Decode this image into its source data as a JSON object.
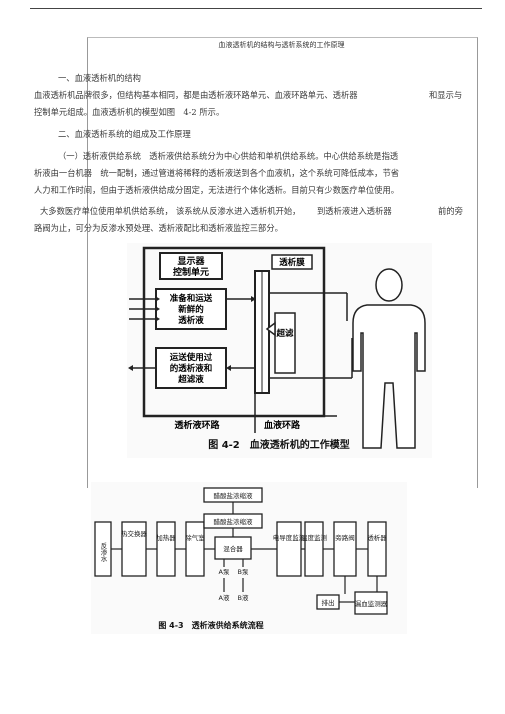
{
  "header": "血液透析机的结构与透析系统的工作原理",
  "section1": {
    "heading": "一、血液透析机的结构",
    "line1a": "血液透析机品牌很多，但结构基本相同，都是由透析液环路单元、血液环路单元、透析器",
    "line1b": "和显示与",
    "line2": "控制单元组成。血液透析机的模型如图　4-2 所示。"
  },
  "section2": {
    "heading": "二、血液透析系统的组成及工作原理",
    "sub1": "（一）透析液供给系统　透析液供给系统分为中心供给和单机供给系统。中心供给系统是指透",
    "line2": "析液由一台机器　统一配制，通过管道将稀释的透析液送到各个血液机，这个系统可降低成本，节省",
    "line3": "人力和工作时间，但由于透析液供给成分固定，无法进行个体化透析。目前只有少数医疗单位使用。",
    "line4a": "大多数医疗单位使用单机供给系统，",
    "line4b": "该系统从反渗水进入透析机开始，",
    "line4c": "到透析液进入透析器",
    "line4d": "前的旁",
    "line5": "路阀为止，可分为反渗水预处理、透析液配比和透析液监控三部分。"
  },
  "figure1": {
    "caption": "图 4-2　血液透析机的工作模型",
    "box_display": [
      "显示器",
      "控制单元"
    ],
    "box_prepare": [
      "准备和运送",
      "新鲜的",
      "透析液"
    ],
    "box_transport": [
      "运送使用过",
      "的透析液和",
      "超滤液"
    ],
    "membrane": "透析膜",
    "ultrafiltration": "超滤",
    "loop_dialysate": "透析液环路",
    "loop_blood": "血液环路"
  },
  "figure2": {
    "caption": "图 4-3　透析液供给系统流程",
    "ro_water": "反渗水",
    "heat_exchange": "热交换器",
    "heater": "加热器",
    "degas": "除气室",
    "conc1": "醋酸盐浓缩液",
    "conc2": "醋酸盐浓缩液",
    "mixer": "混合器",
    "pump_a": "A泵",
    "pump_b": "B泵",
    "liquid_a": "A液",
    "liquid_b": "B液",
    "conductivity": "电导度监测",
    "temp": "温度监测",
    "bypass": "旁路阀",
    "dialyzer": "透析器",
    "blood_leak": "漏血监测器",
    "drain": "排出"
  }
}
